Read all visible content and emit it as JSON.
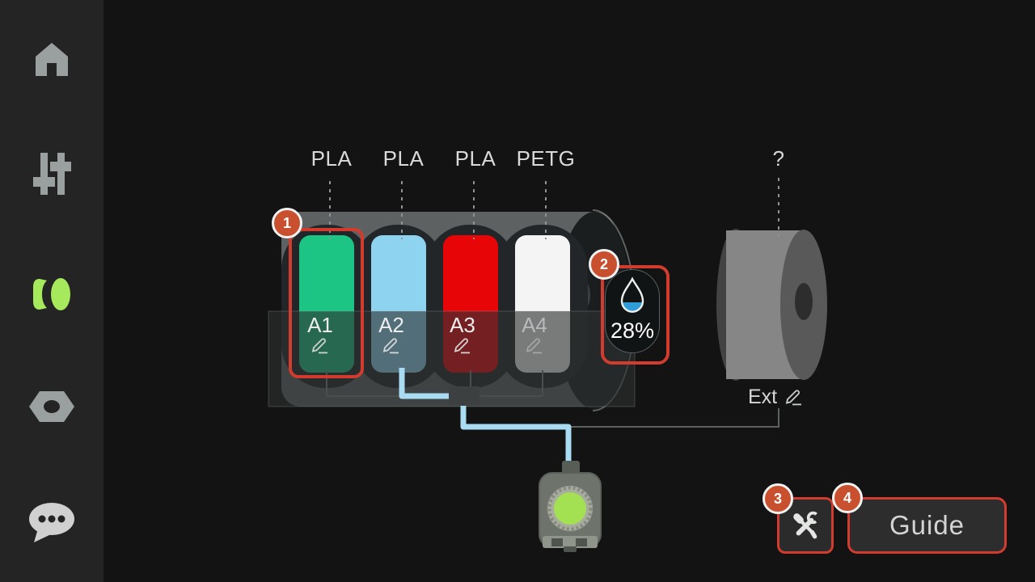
{
  "sidebar": {
    "items": [
      {
        "icon": "home-icon",
        "active": false
      },
      {
        "icon": "sliders-icon",
        "active": false
      },
      {
        "icon": "spool-icon",
        "active": true
      },
      {
        "icon": "nut-icon",
        "active": false
      },
      {
        "icon": "chat-icon",
        "active": false
      }
    ]
  },
  "ams": {
    "slots": [
      {
        "id": "A1",
        "material": "PLA",
        "color": "#1dc584"
      },
      {
        "id": "A2",
        "material": "PLA",
        "color": "#8ed3ef"
      },
      {
        "id": "A3",
        "material": "PLA",
        "color": "#e80508"
      },
      {
        "id": "A4",
        "material": "PETG",
        "color": "#f4f4f4"
      }
    ],
    "humidity": "28%"
  },
  "external": {
    "label": "Ext",
    "material": "?"
  },
  "actions": {
    "guide_label": "Guide"
  },
  "callouts": [
    "1",
    "2",
    "3",
    "4"
  ],
  "colors": {
    "highlight_red": "#d23c2e",
    "badge_orange": "#c8502f",
    "accent_green": "#a6e95c",
    "tube_blue": "#a9dcf2",
    "humidity_fill": "#2f9dd8",
    "hub_status_green": "#a3e052"
  }
}
